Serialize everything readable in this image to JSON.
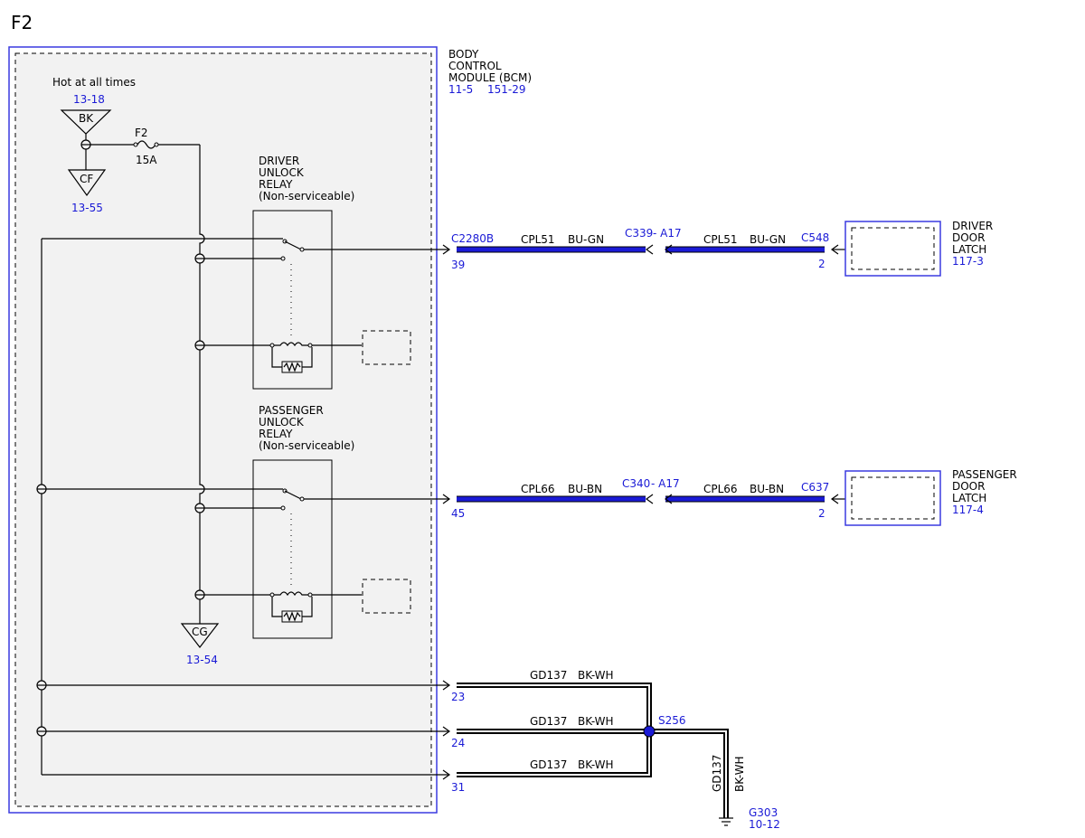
{
  "page_label": "F2",
  "bcm": {
    "title_lines": [
      "BODY",
      "CONTROL",
      "MODULE (BCM)"
    ],
    "refs": [
      "11-5",
      "151-29"
    ]
  },
  "power": {
    "label": "Hot at all times",
    "ref": "13-18",
    "bus": "BK",
    "ground_bus": "CF",
    "ground_ref": "13-55",
    "fuse_name": "F2",
    "fuse_rating": "15A"
  },
  "driver_relay": {
    "title_lines": [
      "DRIVER",
      "UNLOCK",
      "RELAY",
      "(Non-serviceable)"
    ]
  },
  "passenger_relay": {
    "title_lines": [
      "PASSENGER",
      "UNLOCK",
      "RELAY",
      "(Non-serviceable)"
    ]
  },
  "cg": {
    "label": "CG",
    "ref": "13-54"
  },
  "driver_circuit": {
    "bcm_connector": "C2280B",
    "bcm_pin": "39",
    "circuit_a": "CPL51",
    "color_a": "BU-GN",
    "inline": "C339",
    "inline_pin": "- A17",
    "circuit_b": "CPL51",
    "color_b": "BU-GN",
    "latch_connector": "C548",
    "latch_pin": "2",
    "latch_title": [
      "DRIVER",
      "DOOR",
      "LATCH"
    ],
    "latch_ref": "117-3"
  },
  "passenger_circuit": {
    "bcm_pin": "45",
    "circuit_a": "CPL66",
    "color_a": "BU-BN",
    "inline": "C340",
    "inline_pin": "- A17",
    "circuit_b": "CPL66",
    "color_b": "BU-BN",
    "latch_connector": "C637",
    "latch_pin": "2",
    "latch_title": [
      "PASSENGER",
      "DOOR",
      "LATCH"
    ],
    "latch_ref": "117-4"
  },
  "ground_circuits": [
    {
      "pin": "23",
      "circuit": "GD137",
      "color": "BK-WH"
    },
    {
      "pin": "24",
      "circuit": "GD137",
      "color": "BK-WH"
    },
    {
      "pin": "31",
      "circuit": "GD137",
      "color": "BK-WH"
    }
  ],
  "splice": {
    "name": "S256",
    "vertical_circuit": "GD137",
    "vertical_color": "BK-WH"
  },
  "ground_point": {
    "name": "G303",
    "ref": "10-12"
  },
  "colors": {
    "reference_blue": "#1a1ad6",
    "bcm_border_blue": "#3a3ae0",
    "module_fill": "#f2f2f2",
    "wire_black": "#000000"
  }
}
